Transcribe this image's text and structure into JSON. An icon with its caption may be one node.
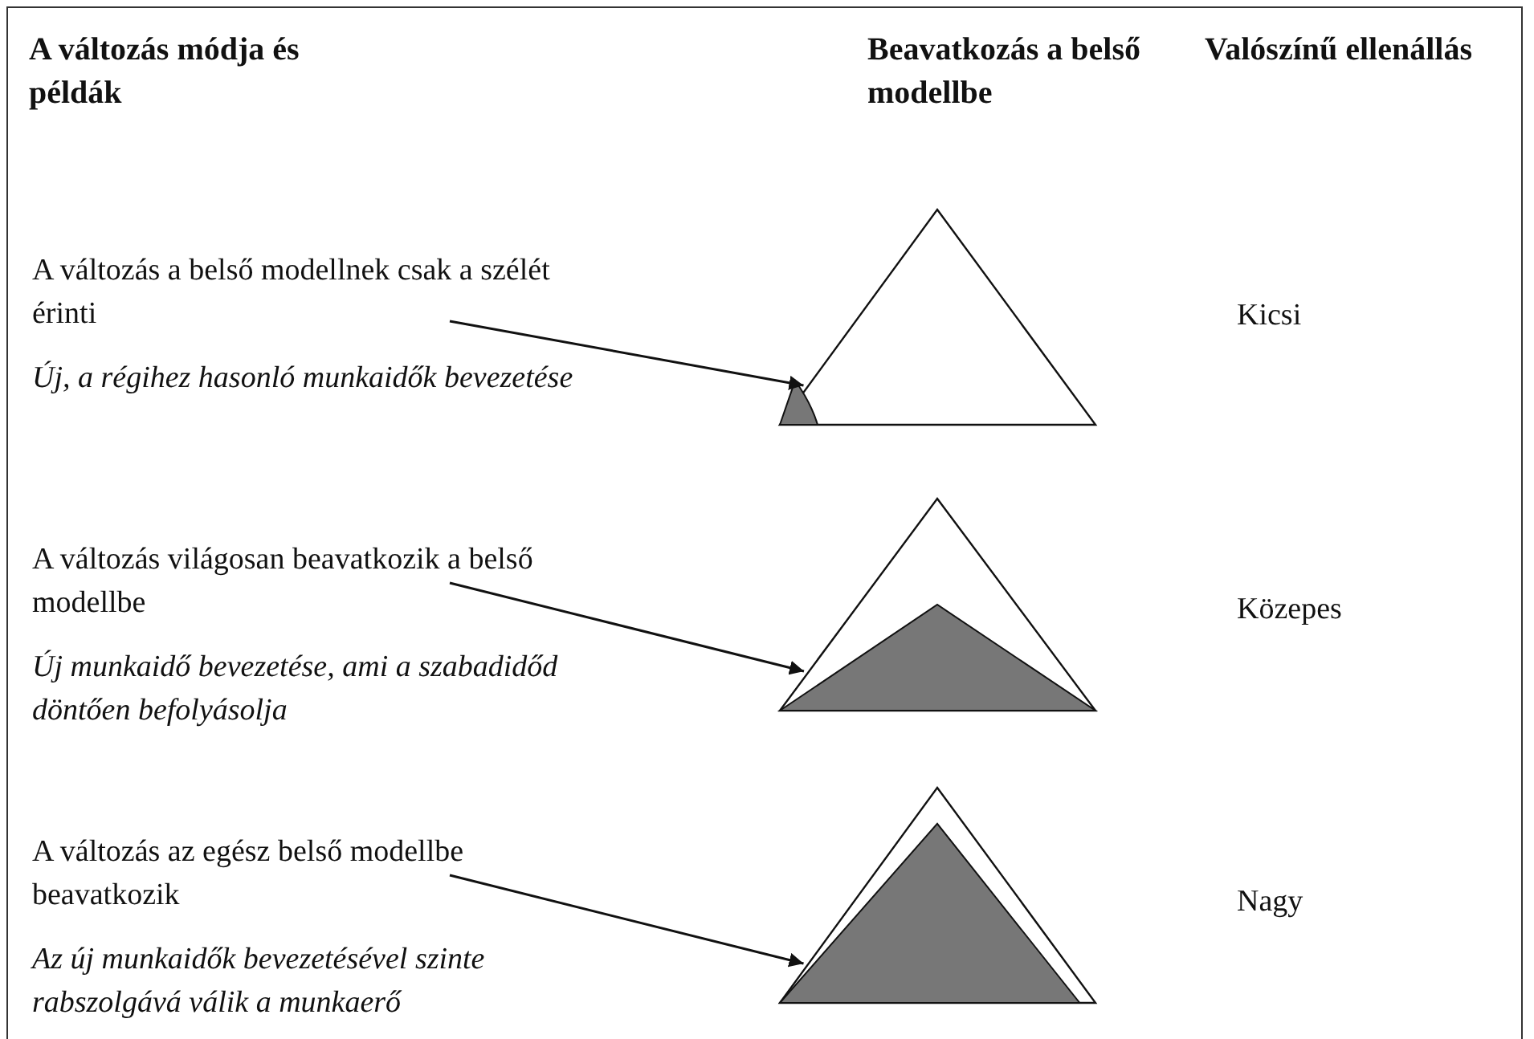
{
  "diagram": {
    "nodes": [
      {
        "text": [
          "A változás a belső modellnek csak a szélét érinti",
          "Új, a régihez hasonló munkaidők bevezetése"
        ]
      },
      {
        "text": [],
        "shape": "triangle"
      },
      {
        "text": [
          "A változás világosan beavatkozik a belső modellbe",
          "Új munkaidő bevezetése, ami a szabadidőd döntően befolyásolja"
        ]
      },
      {
        "text": [],
        "shape": "triangle"
      },
      {
        "text": [
          "A változás az egész belső modellbe beavatkozik",
          "Az új munkaidők bevezetésével szinte rabszolgává válik a munkaerő"
        ]
      },
      {
        "text": [],
        "shape": "triangle"
      }
    ],
    "edges": [
      {
        "from": 0,
        "to": 1,
        "arrow": "to"
      },
      {
        "from": 2,
        "to": 3,
        "arrow": "to"
      },
      {
        "from": 4,
        "to": 5,
        "arrow": "to"
      }
    ],
    "labels": [
      "A változás módja és példák",
      "Beavatkozás a belső modellbe",
      "Valószínű ellenállás",
      "Kicsi",
      "Közepes",
      "Nagy"
    ]
  }
}
